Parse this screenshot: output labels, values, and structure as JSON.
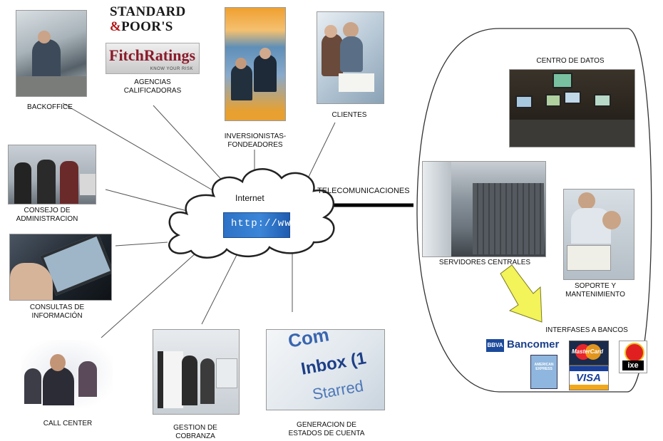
{
  "labels": {
    "backoffice": "BACKOFFICE",
    "agencias": "AGENCIAS\nCALIFICADORAS",
    "inversionistas": "INVERSIONISTAS-\nFONDEADORES",
    "clientes": "CLIENTES",
    "consejo": "CONSEJO DE\nADMINISTRACION",
    "consultas": "CONSULTAS DE\nINFORMACIÓN",
    "call_center": "CALL CENTER",
    "gestion": "GESTION DE\nCOBRANZA",
    "generacion": "GENERACION DE\nESTADOS DE CUENTA",
    "internet": "Internet",
    "http": "http://ww",
    "telecom": "TELECOMUNICACIONES",
    "centro_datos": "CENTRO DE DATOS",
    "servidores": "SERVIDORES CENTRALES",
    "soporte": "SOPORTE Y\nMANTENIMIENTO",
    "interfases": "INTERFASES A BANCOS"
  },
  "logos": {
    "sp_line1": "STANDARD",
    "sp_amp": "&",
    "sp_line2": "POOR'S",
    "fitch": "FitchRatings",
    "fitch_sub": "KNOW YOUR RISK",
    "bbva": "BBVA",
    "bancomer": "Bancomer",
    "mastercard": "MasterCard",
    "visa": "VISA",
    "ixe": "ixe",
    "amex": "AMERICAN EXPRESS"
  },
  "photos": {
    "inbox_line1": "Com",
    "inbox_line2": "Inbox (1",
    "inbox_line3": "Starred"
  },
  "colors": {
    "arrow": "#f3f35a",
    "arrow_stroke": "#7a7a20",
    "link": "#555555",
    "telecom_bar": "#000000"
  }
}
